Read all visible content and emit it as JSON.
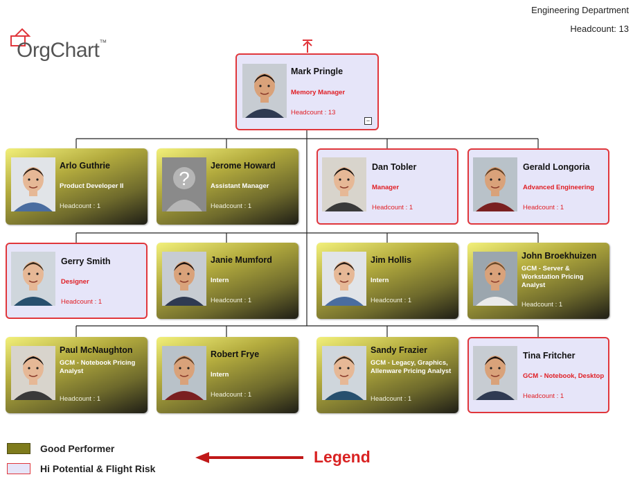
{
  "header": {
    "department": "Engineering Department",
    "headcount": "Headcount:  13"
  },
  "logo": {
    "text": "OrgChart",
    "tm": "™"
  },
  "root": {
    "name": "Mark Pringle",
    "title": "Memory Manager",
    "count": "Headcount : 13",
    "type": "hipo"
  },
  "people": [
    {
      "name": "Arlo Guthrie",
      "title": "Product Developer II",
      "count": "Headcount : 1",
      "type": "good"
    },
    {
      "name": "Jerome Howard",
      "title": "Assistant Manager",
      "count": "Headcount : 1",
      "type": "good"
    },
    {
      "name": "Dan Tobler",
      "title": "Manager",
      "count": "Headcount : 1",
      "type": "hipo"
    },
    {
      "name": "Gerald Longoria",
      "title": "Advanced Engineering",
      "count": "Headcount : 1",
      "type": "hipo"
    },
    {
      "name": "Gerry Smith",
      "title": "Designer",
      "count": "Headcount : 1",
      "type": "hipo"
    },
    {
      "name": "Janie Mumford",
      "title": "Intern",
      "count": "Headcount : 1",
      "type": "good"
    },
    {
      "name": "Jim Hollis",
      "title": "Intern",
      "count": "Headcount : 1",
      "type": "good"
    },
    {
      "name": "John Broekhuizen",
      "title": "GCM - Server & Workstation Pricing Analyst",
      "count": "Headcount : 1",
      "type": "good"
    },
    {
      "name": "Paul McNaughton",
      "title": "GCM - Notebook Pricing Analyst",
      "count": "Headcount : 1",
      "type": "good"
    },
    {
      "name": "Robert Frye",
      "title": "Intern",
      "count": "Headcount : 1",
      "type": "good"
    },
    {
      "name": "Sandy Frazier",
      "title": "GCM - Legacy, Graphics, Allenware Pricing Analyst",
      "count": "Headcount : 1",
      "type": "good"
    },
    {
      "name": "Tina Fritcher",
      "title": "GCM - Notebook, Desktop",
      "count": "Headcount : 1",
      "type": "hipo"
    }
  ],
  "legend": {
    "good": "Good Performer",
    "hipo": "Hi Potential & Flight Risk",
    "word": "Legend"
  },
  "colors": {
    "good": "#7e7b1c",
    "hipo_fill": "#e6e5f9",
    "hipo_border": "#e0363b",
    "legend_text": "#d92222"
  }
}
